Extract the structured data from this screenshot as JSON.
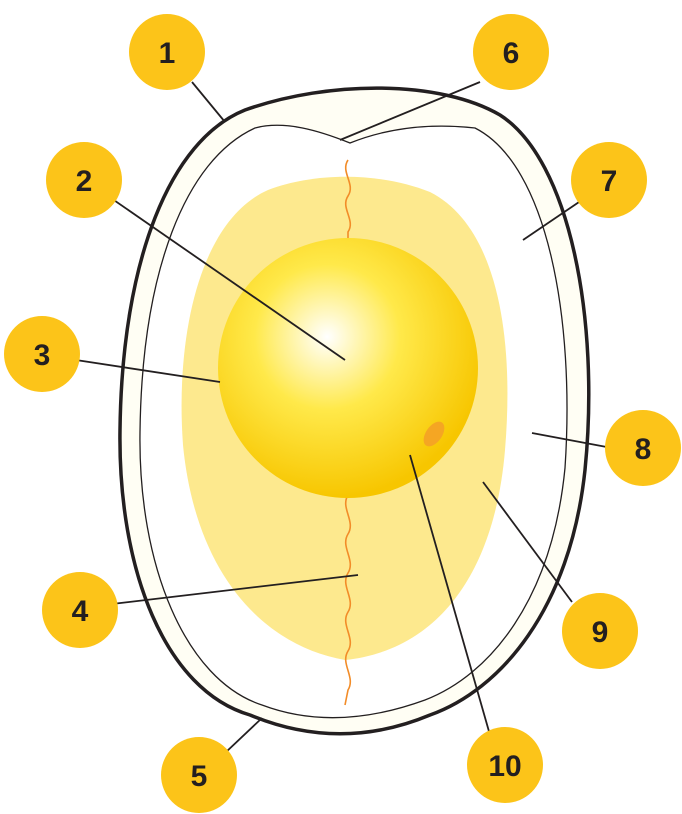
{
  "colors": {
    "marker_fill": "#fcc419",
    "outline": "#231f20",
    "shell_fill": "#fffef4",
    "albumen_fill": "#fde98e",
    "yolk_light": "#ffffff",
    "yolk_mid": "#ffe94a",
    "yolk_dark": "#f7c600",
    "chalaza": "#f28c28",
    "germinal_disc": "#f5a623"
  },
  "markers": [
    {
      "label": "1"
    },
    {
      "label": "2"
    },
    {
      "label": "3"
    },
    {
      "label": "4"
    },
    {
      "label": "5"
    },
    {
      "label": "6"
    },
    {
      "label": "7"
    },
    {
      "label": "8"
    },
    {
      "label": "9"
    },
    {
      "label": "10"
    }
  ]
}
